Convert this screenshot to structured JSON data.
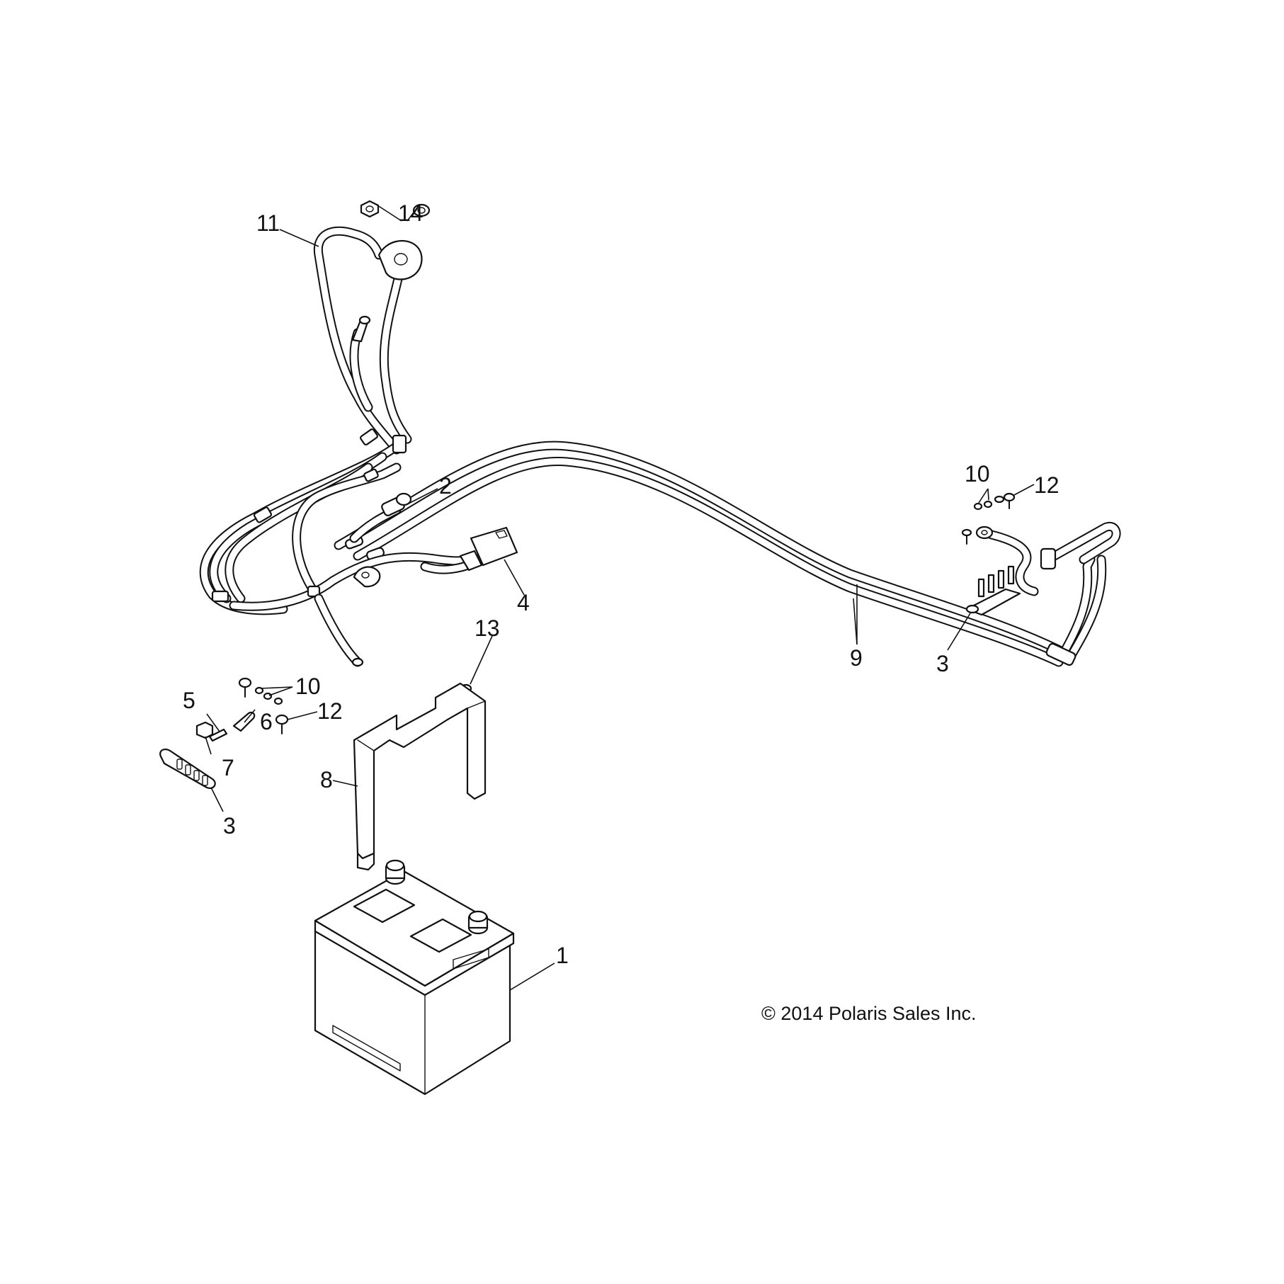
{
  "diagram": {
    "callouts": {
      "c1": "1",
      "c2": "2",
      "c3a": "3",
      "c3b": "3",
      "c4": "4",
      "c5": "5",
      "c6": "6",
      "c7": "7",
      "c8": "8",
      "c9": "9",
      "c10a": "10",
      "c10b": "10",
      "c11": "11",
      "c12a": "12",
      "c12b": "12",
      "c13": "13",
      "c14": "14"
    },
    "copyright": "© 2014 Polaris Sales Inc."
  },
  "colors": {
    "line": "#111111",
    "background": "#ffffff"
  }
}
